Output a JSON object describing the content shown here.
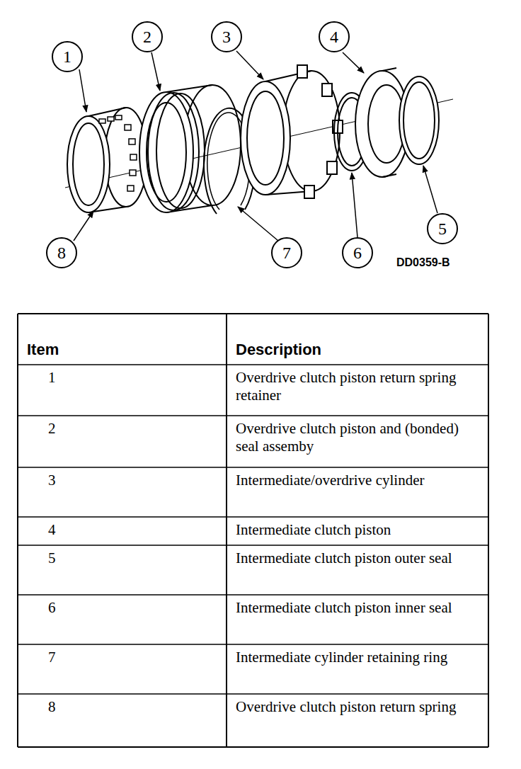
{
  "diagram": {
    "nodes": [
      {
        "text": [
          "2"
        ]
      },
      {
        "text": [
          "3"
        ]
      },
      {
        "text": [
          "4"
        ]
      },
      {
        "text": [
          "1"
        ]
      },
      {
        "text": [
          "5"
        ]
      },
      {
        "text": [
          "8"
        ]
      },
      {
        "text": [
          "7"
        ]
      },
      {
        "text": [
          "6"
        ]
      }
    ],
    "labels": [
      "DD0359-B",
      "Item",
      "Description",
      "1",
      "Overdrive clutch piston return spring retainer",
      "2",
      "Overdrive clutch piston and (bonded) seal assemby",
      "3",
      "Intermediate/overdrive cylinder",
      "4",
      "Intermediate clutch piston",
      "5",
      "Intermediate clutch piston outer seal",
      "6",
      "Intermediate clutch piston inner seal",
      "7",
      "Intermediate cylinder retaining ring",
      "8",
      "Overdrive clutch piston return spring"
    ]
  }
}
